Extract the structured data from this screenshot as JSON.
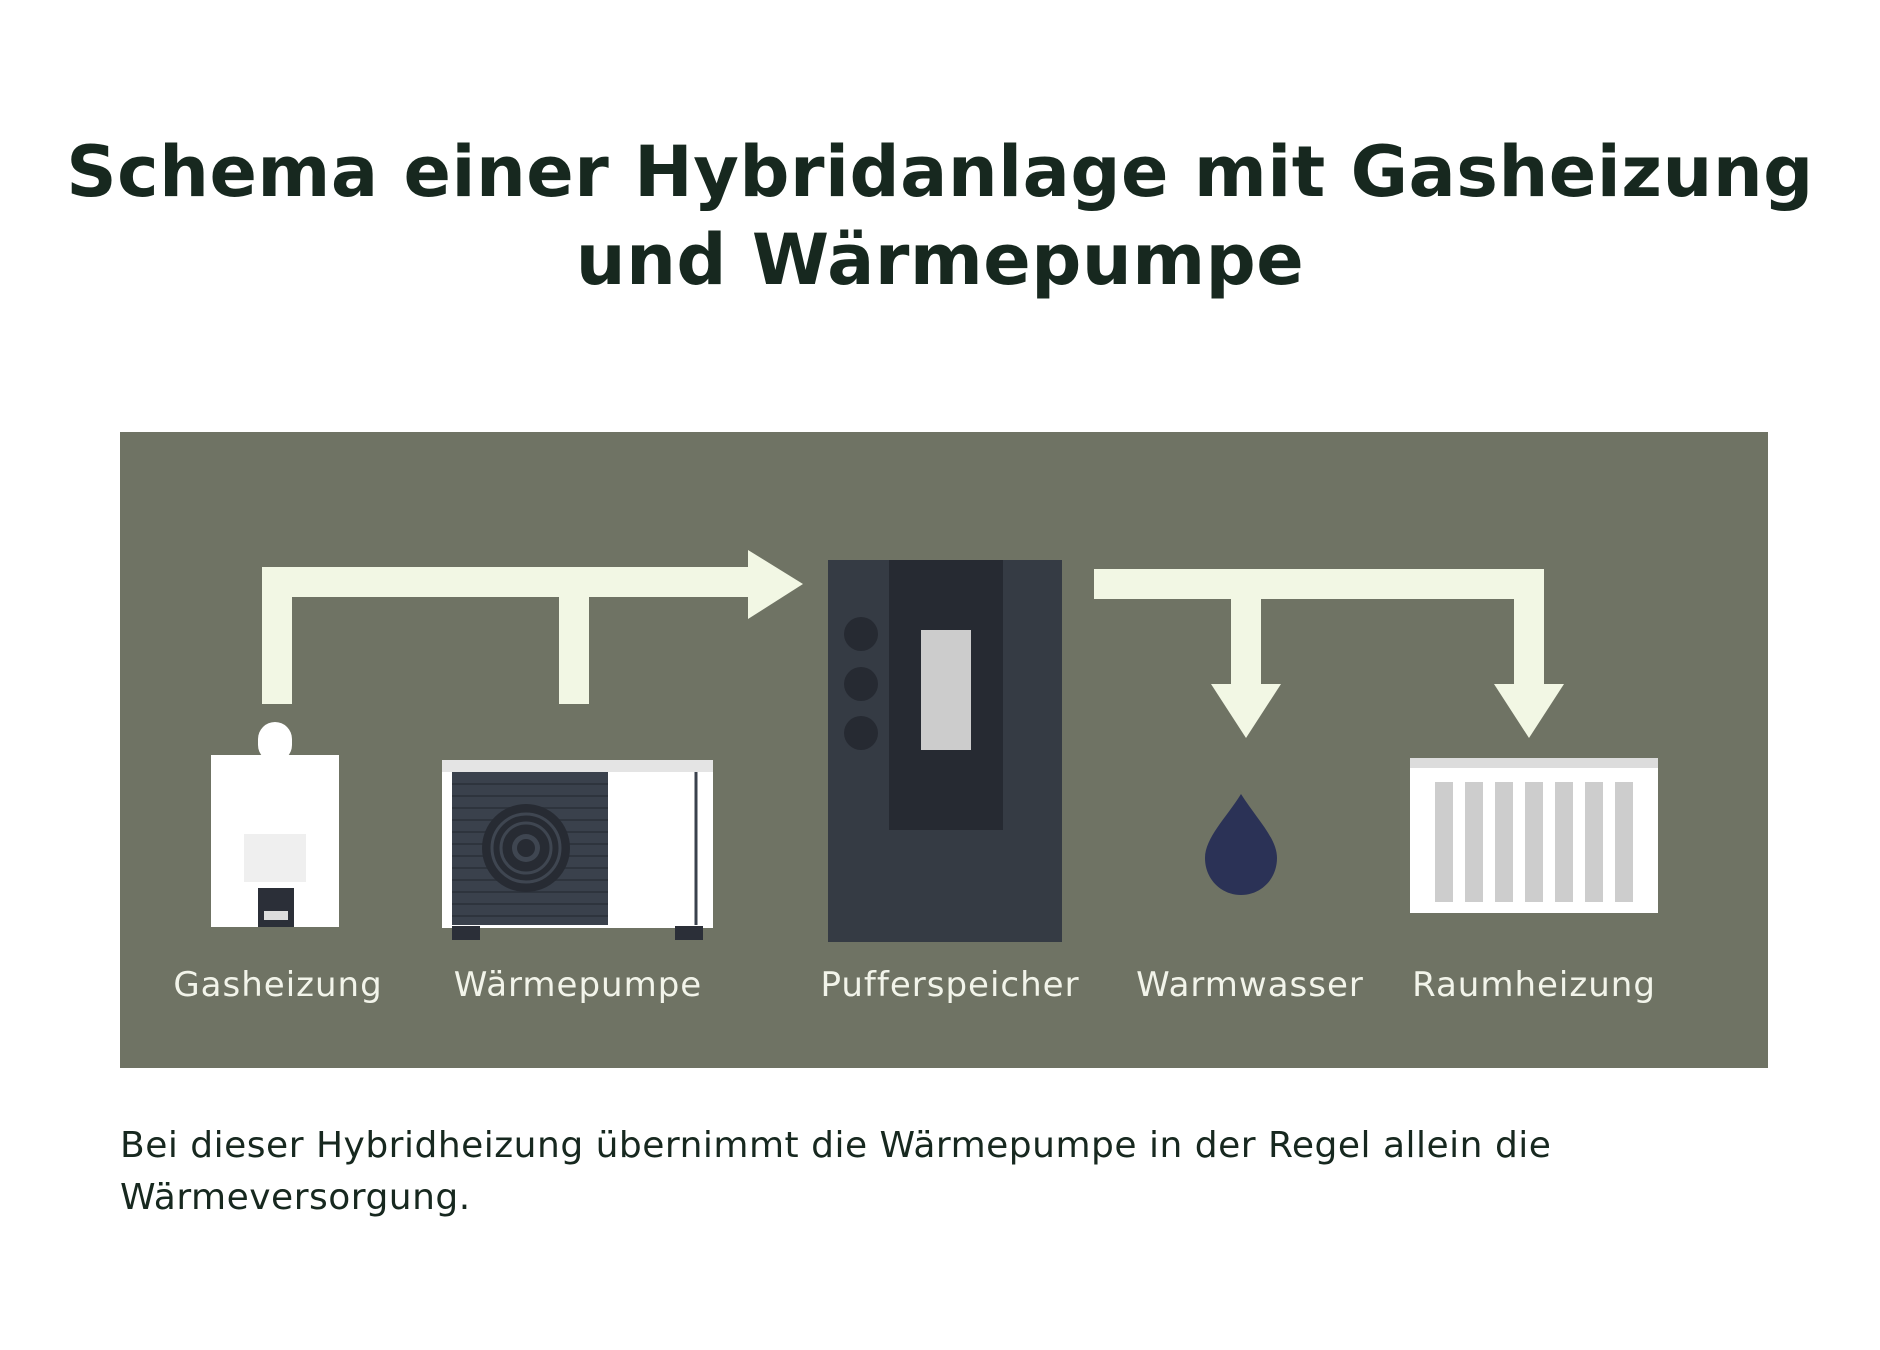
{
  "title": {
    "line1": "Schema einer Hybridanlage mit Gasheizung",
    "line2": "und Wärmepumpe"
  },
  "components": {
    "gas_heating": "Gasheizung",
    "heat_pump": "Wärmepumpe",
    "buffer_tank": "Pufferspeicher",
    "hot_water": "Warmwasser",
    "space_heating": "Raumheizung"
  },
  "caption": "Bei dieser Hybridheizung übernimmt die Wärmepumpe  in der Regel allein die Wärmeversorgung.",
  "colors": {
    "panel": "#6f7364",
    "arrow": "#f2f7e4",
    "title_text": "#17281f",
    "water_drop": "#2b3256",
    "buffer_tank": "#353b44"
  },
  "icons": [
    "gas-boiler-icon",
    "heat-pump-icon",
    "buffer-tank-icon",
    "water-drop-icon",
    "radiator-icon"
  ]
}
